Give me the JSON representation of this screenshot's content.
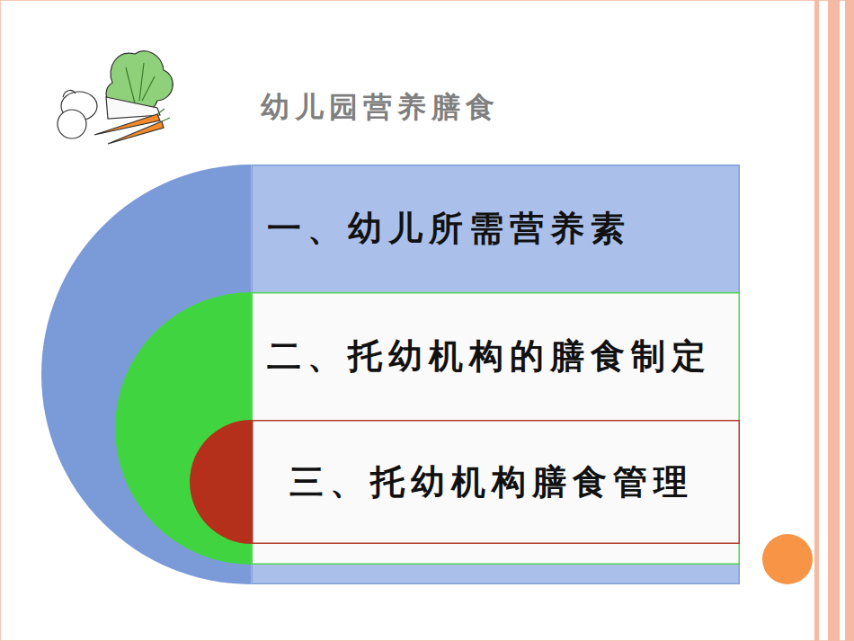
{
  "diagram": {
    "title": "幼儿园营养膳食",
    "nodes": [
      {
        "text": [
          "一、幼儿所需营养素"
        ]
      },
      {
        "text": [
          "二、托幼机构的膳食制定"
        ],
        "in": 0
      },
      {
        "text": [
          "三、托幼机构膳食管理"
        ],
        "in": 1
      }
    ]
  }
}
